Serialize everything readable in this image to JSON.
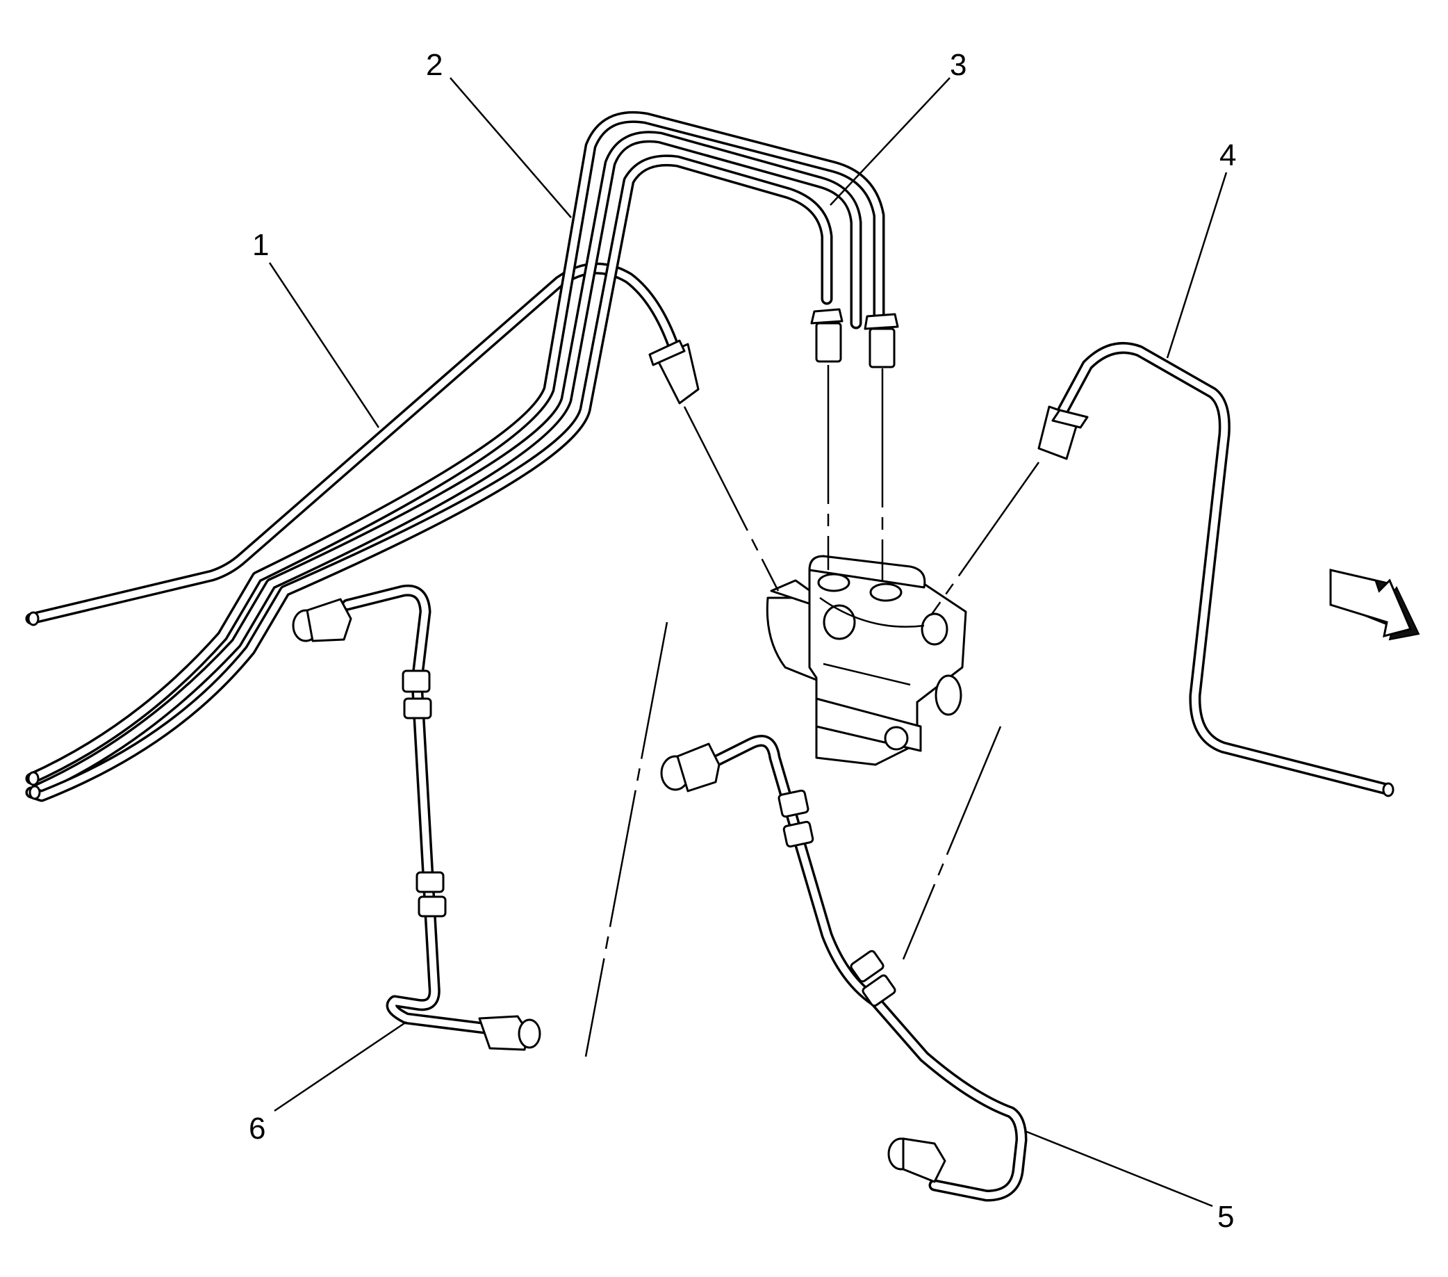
{
  "callouts": [
    {
      "id": 1,
      "label": "1"
    },
    {
      "id": 2,
      "label": "2"
    },
    {
      "id": 3,
      "label": "3"
    },
    {
      "id": 4,
      "label": "4"
    },
    {
      "id": 5,
      "label": "5"
    },
    {
      "id": 6,
      "label": "6"
    }
  ],
  "icons": {
    "direction_arrow": "forward-direction-arrow-icon"
  },
  "colors": {
    "line": "#000000",
    "background": "#ffffff"
  }
}
